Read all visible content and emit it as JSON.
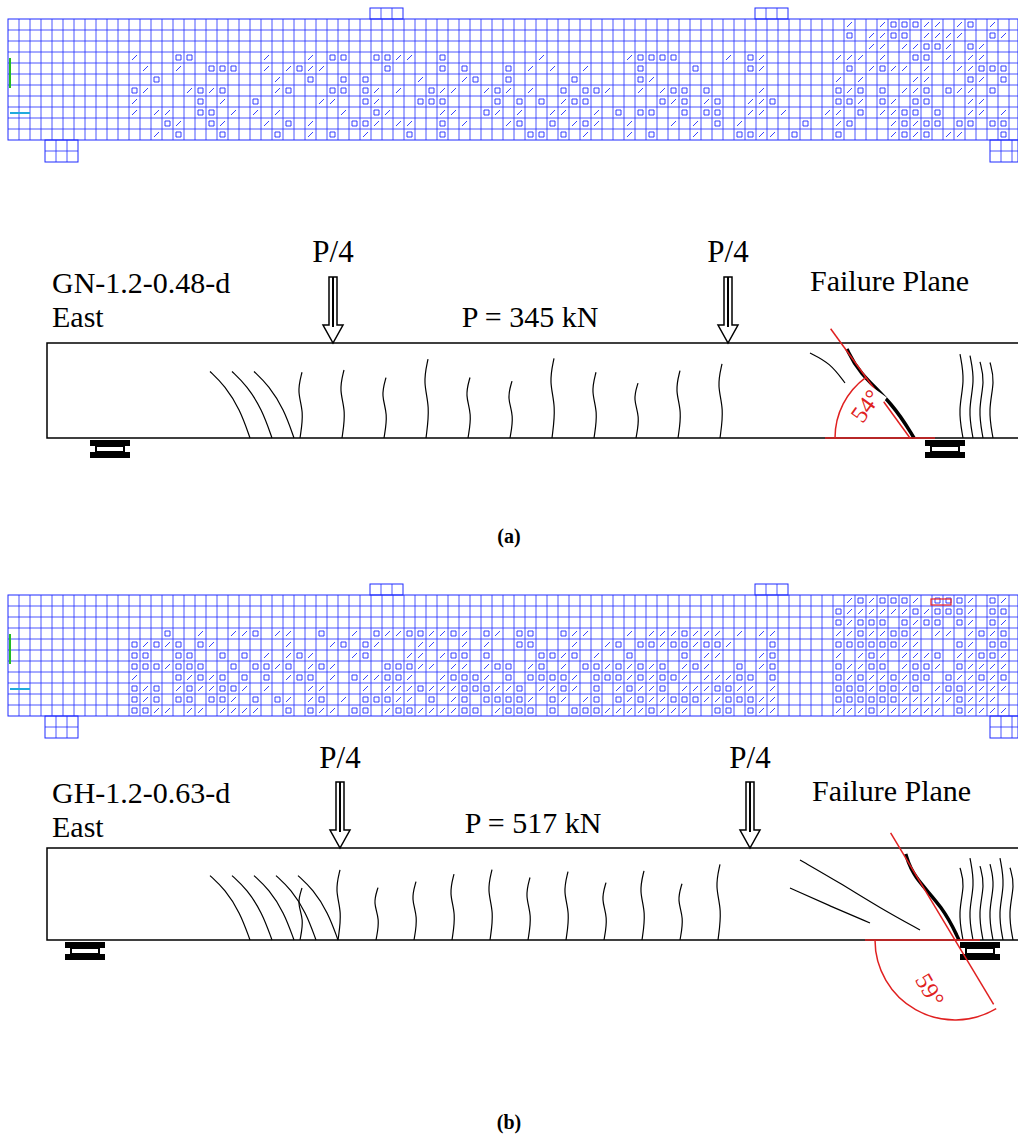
{
  "diagram": {
    "labels": [
      "P/4",
      "P/4",
      "GN-1.2-0.48-d",
      "East",
      "P = 345 kN",
      "Failure Plane",
      "54°",
      "(a)",
      "P/4",
      "P/4",
      "GH-1.2-0.63-d",
      "East",
      "P = 517 kN",
      "Failure Plane",
      "59°",
      "(b)"
    ]
  }
}
